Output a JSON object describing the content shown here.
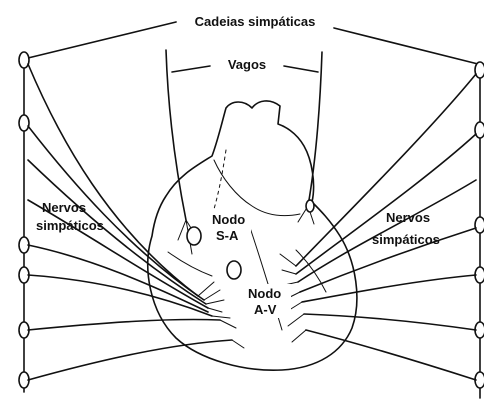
{
  "labels": {
    "sympathetic_chains": "Cadeias simpáticas",
    "vagi": "Vagos",
    "left_sympathetic_nerves_line1": "Nervos",
    "left_sympathetic_nerves_line2": "simpáticos",
    "right_sympathetic_nerves_line1": "Nervos",
    "right_sympathetic_nerves_line2": "simpáticos",
    "sa_node_line1": "Nodo",
    "sa_node_line2": "S-A",
    "av_node_line1": "Nodo",
    "av_node_line2": "A-V"
  },
  "colors": {
    "ink": "#111111",
    "background": "#ffffff"
  }
}
